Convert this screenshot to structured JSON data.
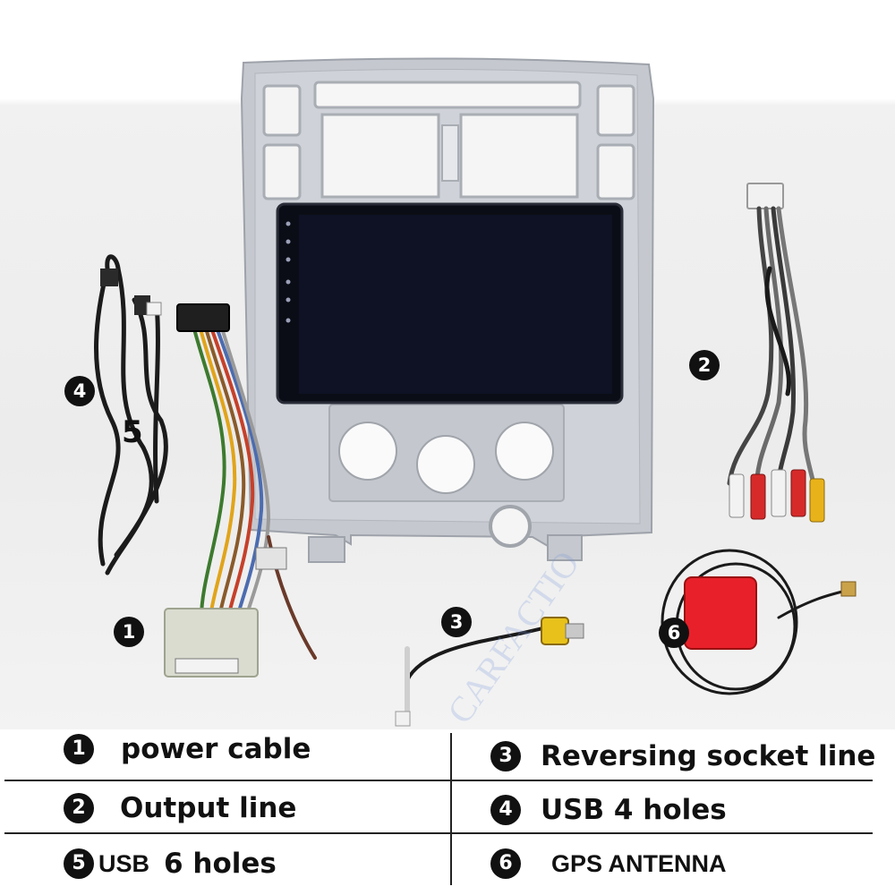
{
  "markers": [
    {
      "id": "1",
      "name": "marker-1"
    },
    {
      "id": "2",
      "name": "marker-2"
    },
    {
      "id": "3",
      "name": "marker-3"
    },
    {
      "id": "4",
      "name": "marker-4"
    },
    {
      "id": "5",
      "name": "marker-5"
    },
    {
      "id": "6",
      "name": "marker-6"
    }
  ],
  "legend": {
    "item1": {
      "num": "1",
      "label": "power cable"
    },
    "item2": {
      "num": "2",
      "label": "Output line"
    },
    "item3": {
      "num": "3",
      "label": "Reversing socket line"
    },
    "item4": {
      "num": "4",
      "label": "USB 4 holes"
    },
    "item5": {
      "num": "5",
      "prefix": "USB",
      "label": "6 holes"
    },
    "item6": {
      "num": "6",
      "label": "GPS ANTENNA"
    }
  },
  "watermark": "CARFACTIO",
  "colors": {
    "frame": "#c9ccd2",
    "screen": "#0b0d16",
    "rca_red": "#d62a2a",
    "rca_white": "#f2f2f2",
    "rca_yellow": "#e8b21a",
    "gps_red": "#e8202a"
  }
}
